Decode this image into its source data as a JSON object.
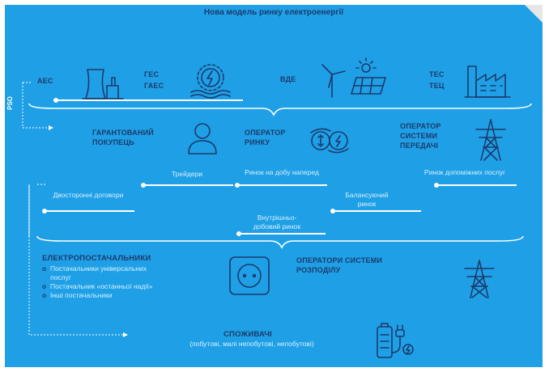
{
  "title": "Нова модель ринку електроенергії",
  "pso_label": "PSO",
  "generation": {
    "aes": "АЕС",
    "ges": "ГЕС",
    "gaes": "ГАЕС",
    "vde": "ВДЕ",
    "tes": "ТЕС",
    "tec": "ТЕЦ"
  },
  "actors": {
    "guaranteed_buyer": "ГАРАНТОВАНИЙ ПОКУПЕЦЬ",
    "market_operator": "ОПЕРАТОР РИНКУ",
    "transmission_operator": "ОПЕРАТОР СИСТЕМИ ПЕРЕДАЧІ"
  },
  "markets": {
    "traders": "Трейдери",
    "day_ahead": "Ринок на добу наперед",
    "ancillary": "Ринок допоміжних послуг",
    "bilateral": "Двосторонні договори",
    "balancing": "Балансуючий ринок",
    "intraday": "Внутрішньо-добовий ринок"
  },
  "suppliers": {
    "heading": "ЕЛЕКТРОПОСТАЧАЛЬНИКИ",
    "items": [
      "Постачальники універсальних послуг",
      "Постачальник «останньої надії»",
      "Інші постачальники"
    ]
  },
  "distribution_operators": "ОПЕРАТОРИ СИСТЕМИ РОЗПОДІЛУ",
  "consumers": {
    "heading": "СПОЖИВАЧІ",
    "subtitle": "(побутові, малі непобутові, непобутові)"
  }
}
